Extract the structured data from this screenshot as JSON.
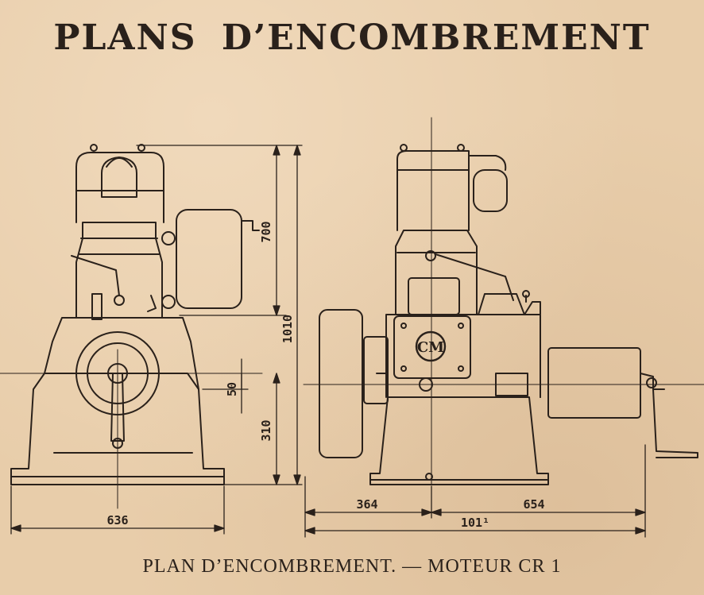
{
  "title": "PLANS D’ENCOMBREMENT",
  "caption": "PLAN D’ENCOMBREMENT. — MOTEUR CR 1",
  "logo_text": "CM",
  "dimensions": {
    "left_height_upper": "700",
    "left_height_total": "1010",
    "left_offset": "50",
    "left_height_lower": "310",
    "left_width": "636",
    "right_width_left": "364",
    "right_width_right": "654",
    "right_width_total": "101¹"
  },
  "colors": {
    "paper": "#e8cdaa",
    "ink": "#2a211b"
  }
}
